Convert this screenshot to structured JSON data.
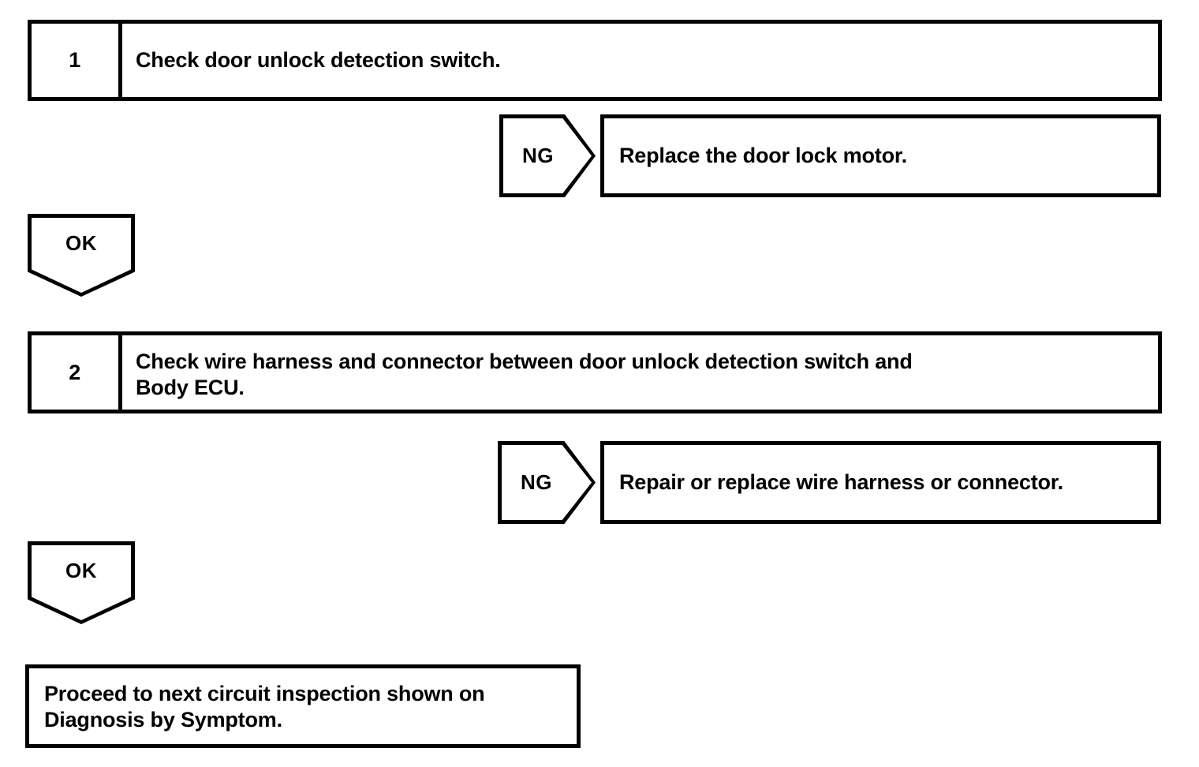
{
  "document": {
    "type": "troubleshooting-flowchart",
    "background_color": "#ffffff",
    "line_color": "#000000",
    "text_color": "#000000"
  },
  "steps": [
    {
      "number": "1",
      "text": "Check door unlock detection switch",
      "period": ".",
      "line2": "",
      "line2_period": ""
    },
    {
      "number": "2",
      "text": "Check wire harness and connector between door unlock detection switch and",
      "period": "",
      "line2": "Body ECU",
      "line2_period": "."
    }
  ],
  "branches": [
    {
      "label": "NG",
      "result_text": "Replace the door lock motor.",
      "result_period": ""
    },
    {
      "label": "NG",
      "result_text": "Repair or replace wire harness or connector.",
      "result_period": ""
    }
  ],
  "connectors": [
    {
      "label": "OK"
    },
    {
      "label": "OK"
    }
  ],
  "final": {
    "line1": "Proceed to next circuit inspection shown on",
    "line2": "Diagnosis by Symptom",
    "period": "."
  }
}
